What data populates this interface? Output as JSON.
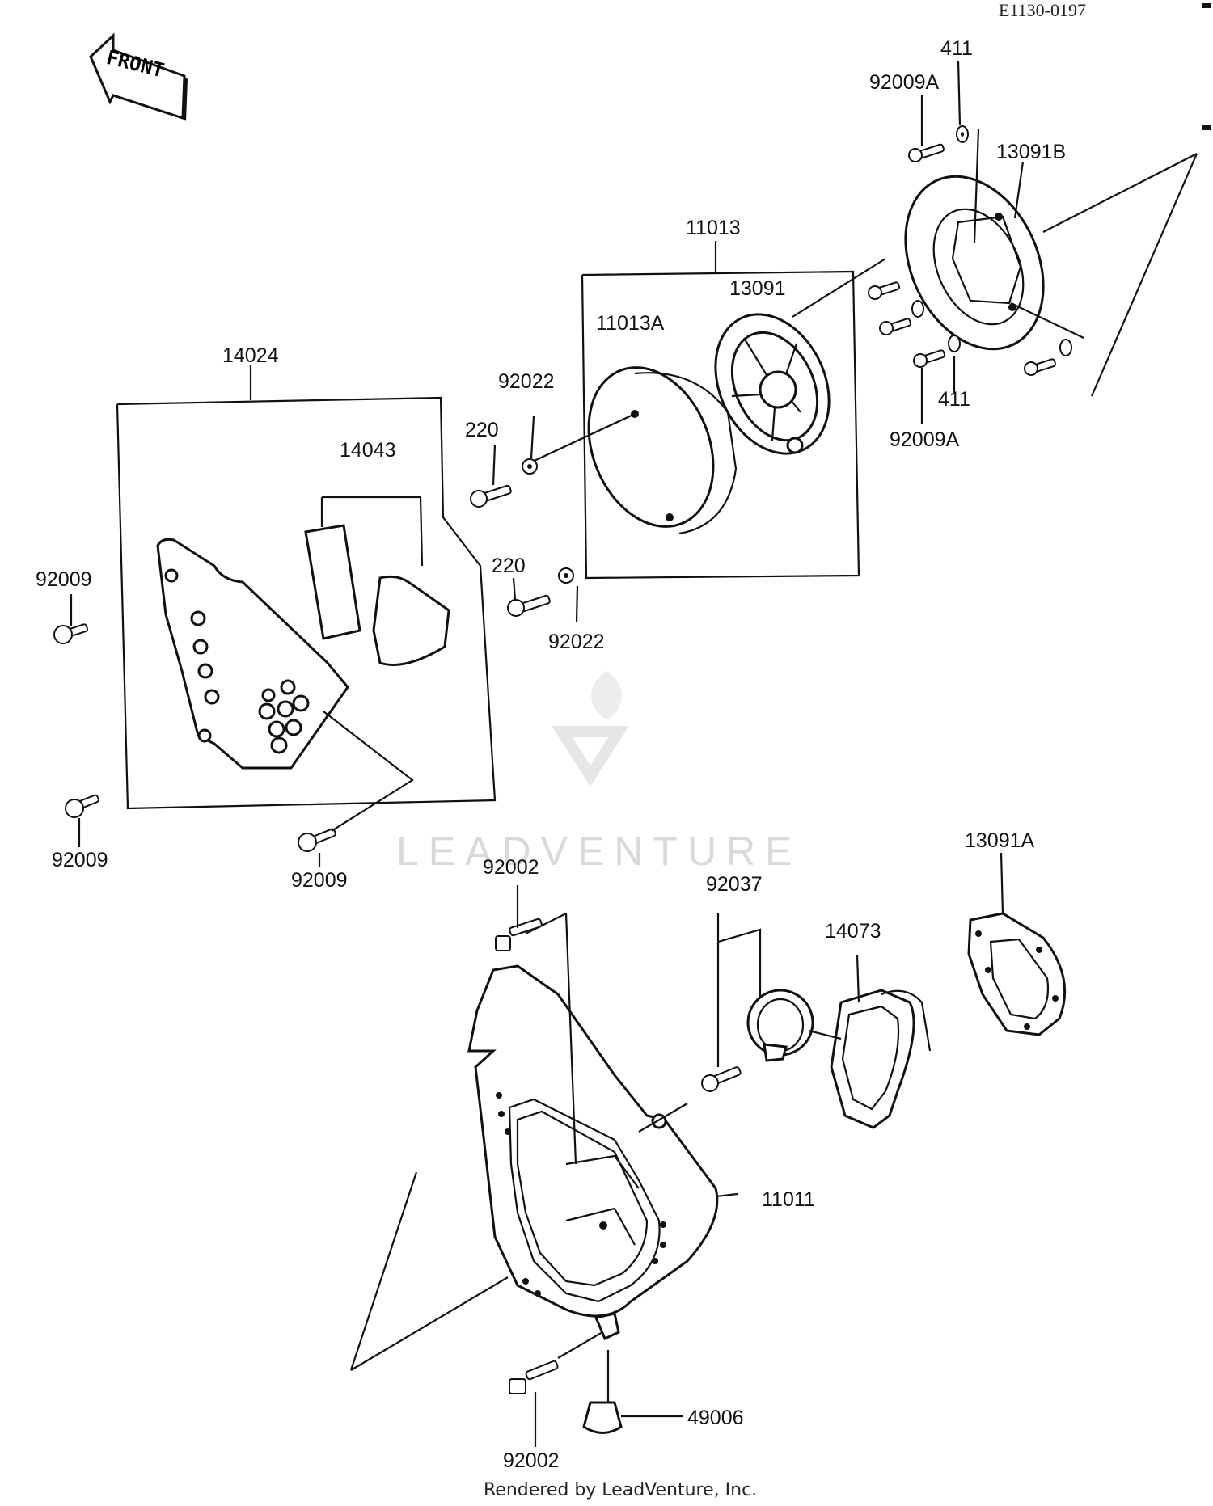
{
  "header": {
    "drawing_code": "E1130-0197"
  },
  "front_arrow": {
    "label": "FRONT"
  },
  "watermark": {
    "text": "LEADVENTURE"
  },
  "footer": {
    "credit": "Rendered by LeadVenture, Inc."
  },
  "parts": {
    "p411_top": "411",
    "p92009A_top": "92009A",
    "p13091B": "13091B",
    "p11013": "11013",
    "p13091": "13091",
    "p11013A": "11013A",
    "p411_bottom": "411",
    "p92009A_bottom": "92009A",
    "p14024": "14024",
    "p92022_top": "92022",
    "p220_top": "220",
    "p14043": "14043",
    "p220_bottom": "220",
    "p92022_bottom": "92022",
    "p92009_left_top": "92009",
    "p92009_left_bottom": "92009",
    "p92009_center": "92009",
    "p92002_top": "92002",
    "p92037": "92037",
    "p14073": "14073",
    "p13091A": "13091A",
    "p11011": "11011",
    "p49006": "49006",
    "p92002_bottom": "92002"
  }
}
